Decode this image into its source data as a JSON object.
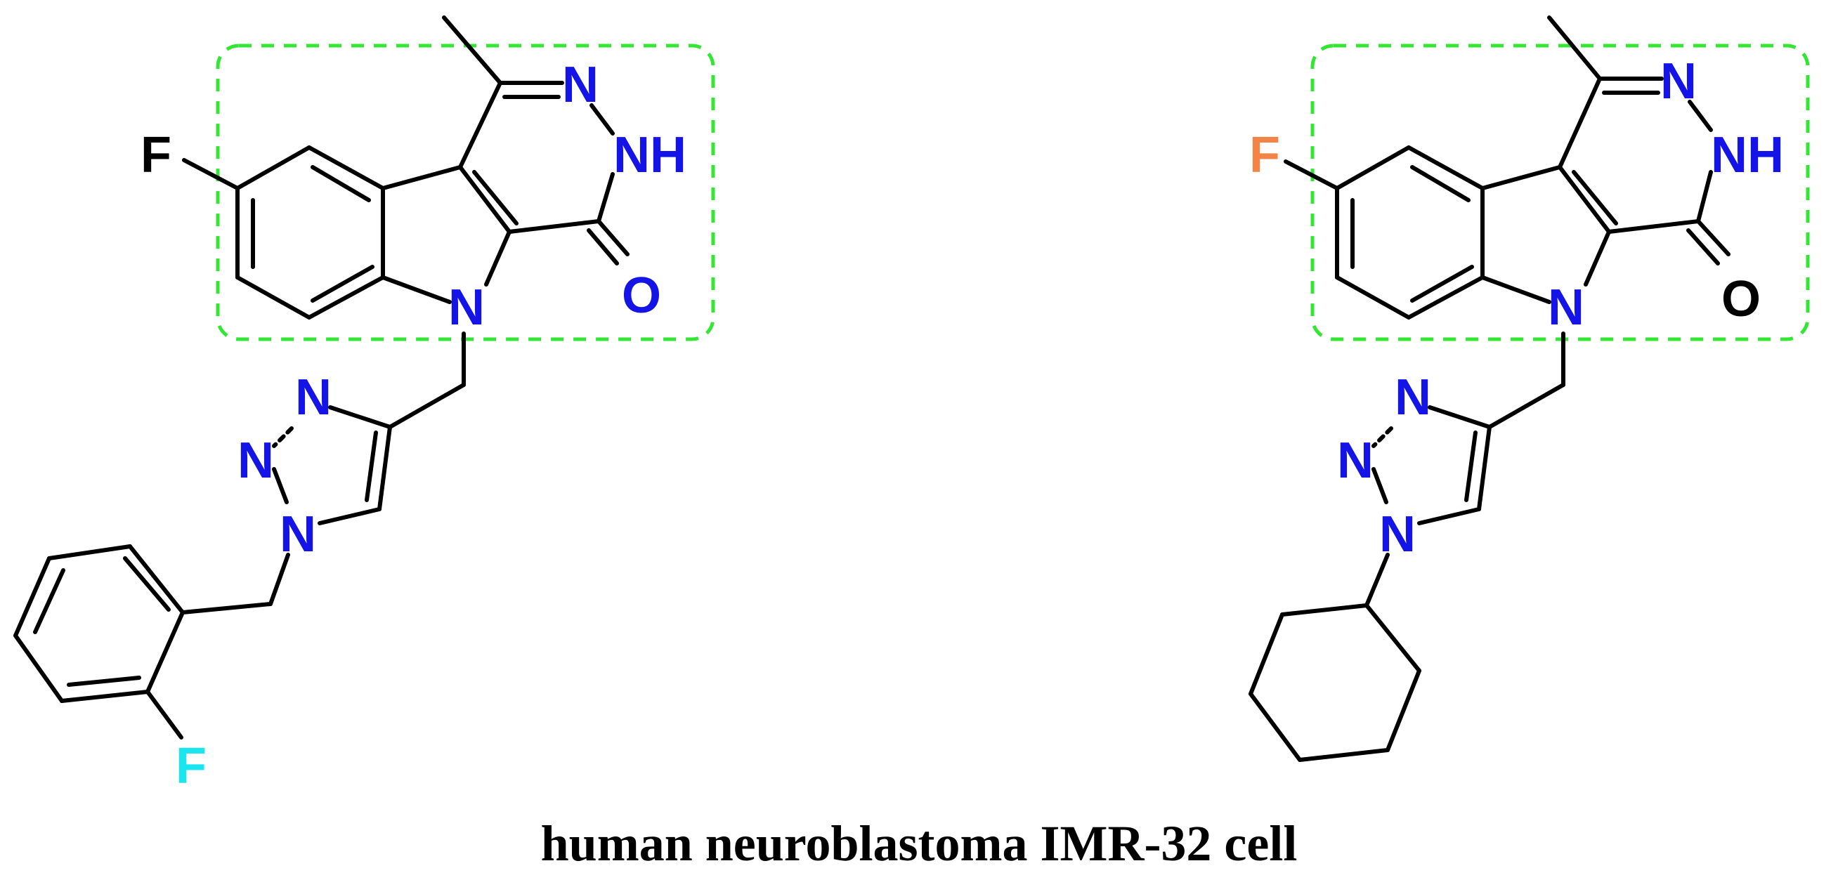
{
  "caption": "human neuroblastoma IMR-32 cell",
  "colors": {
    "nitrogen": "#1414e6",
    "oxygen_left": "#1414e6",
    "oxygen_right": "#000000",
    "fluorine_core_left": "#000000",
    "fluorine_core_right": "#f28446",
    "fluorine_benzyl": "#19e6ef",
    "highlight_box": "#33e633",
    "bond": "#000000"
  },
  "molecules": [
    {
      "id": "left",
      "atom_labels": {
        "f_core": "F",
        "n1": "N",
        "nh": "NH",
        "o": "O",
        "n_indole": "N",
        "n_tri_a": "N",
        "n_tri_b": "N",
        "n_tri_c": "N",
        "f_benzyl": "F"
      }
    },
    {
      "id": "right",
      "atom_labels": {
        "f_core": "F",
        "n1": "N",
        "nh": "NH",
        "o": "O",
        "n_indole": "N",
        "n_tri_a": "N",
        "n_tri_b": "N",
        "n_tri_c": "N"
      }
    }
  ]
}
